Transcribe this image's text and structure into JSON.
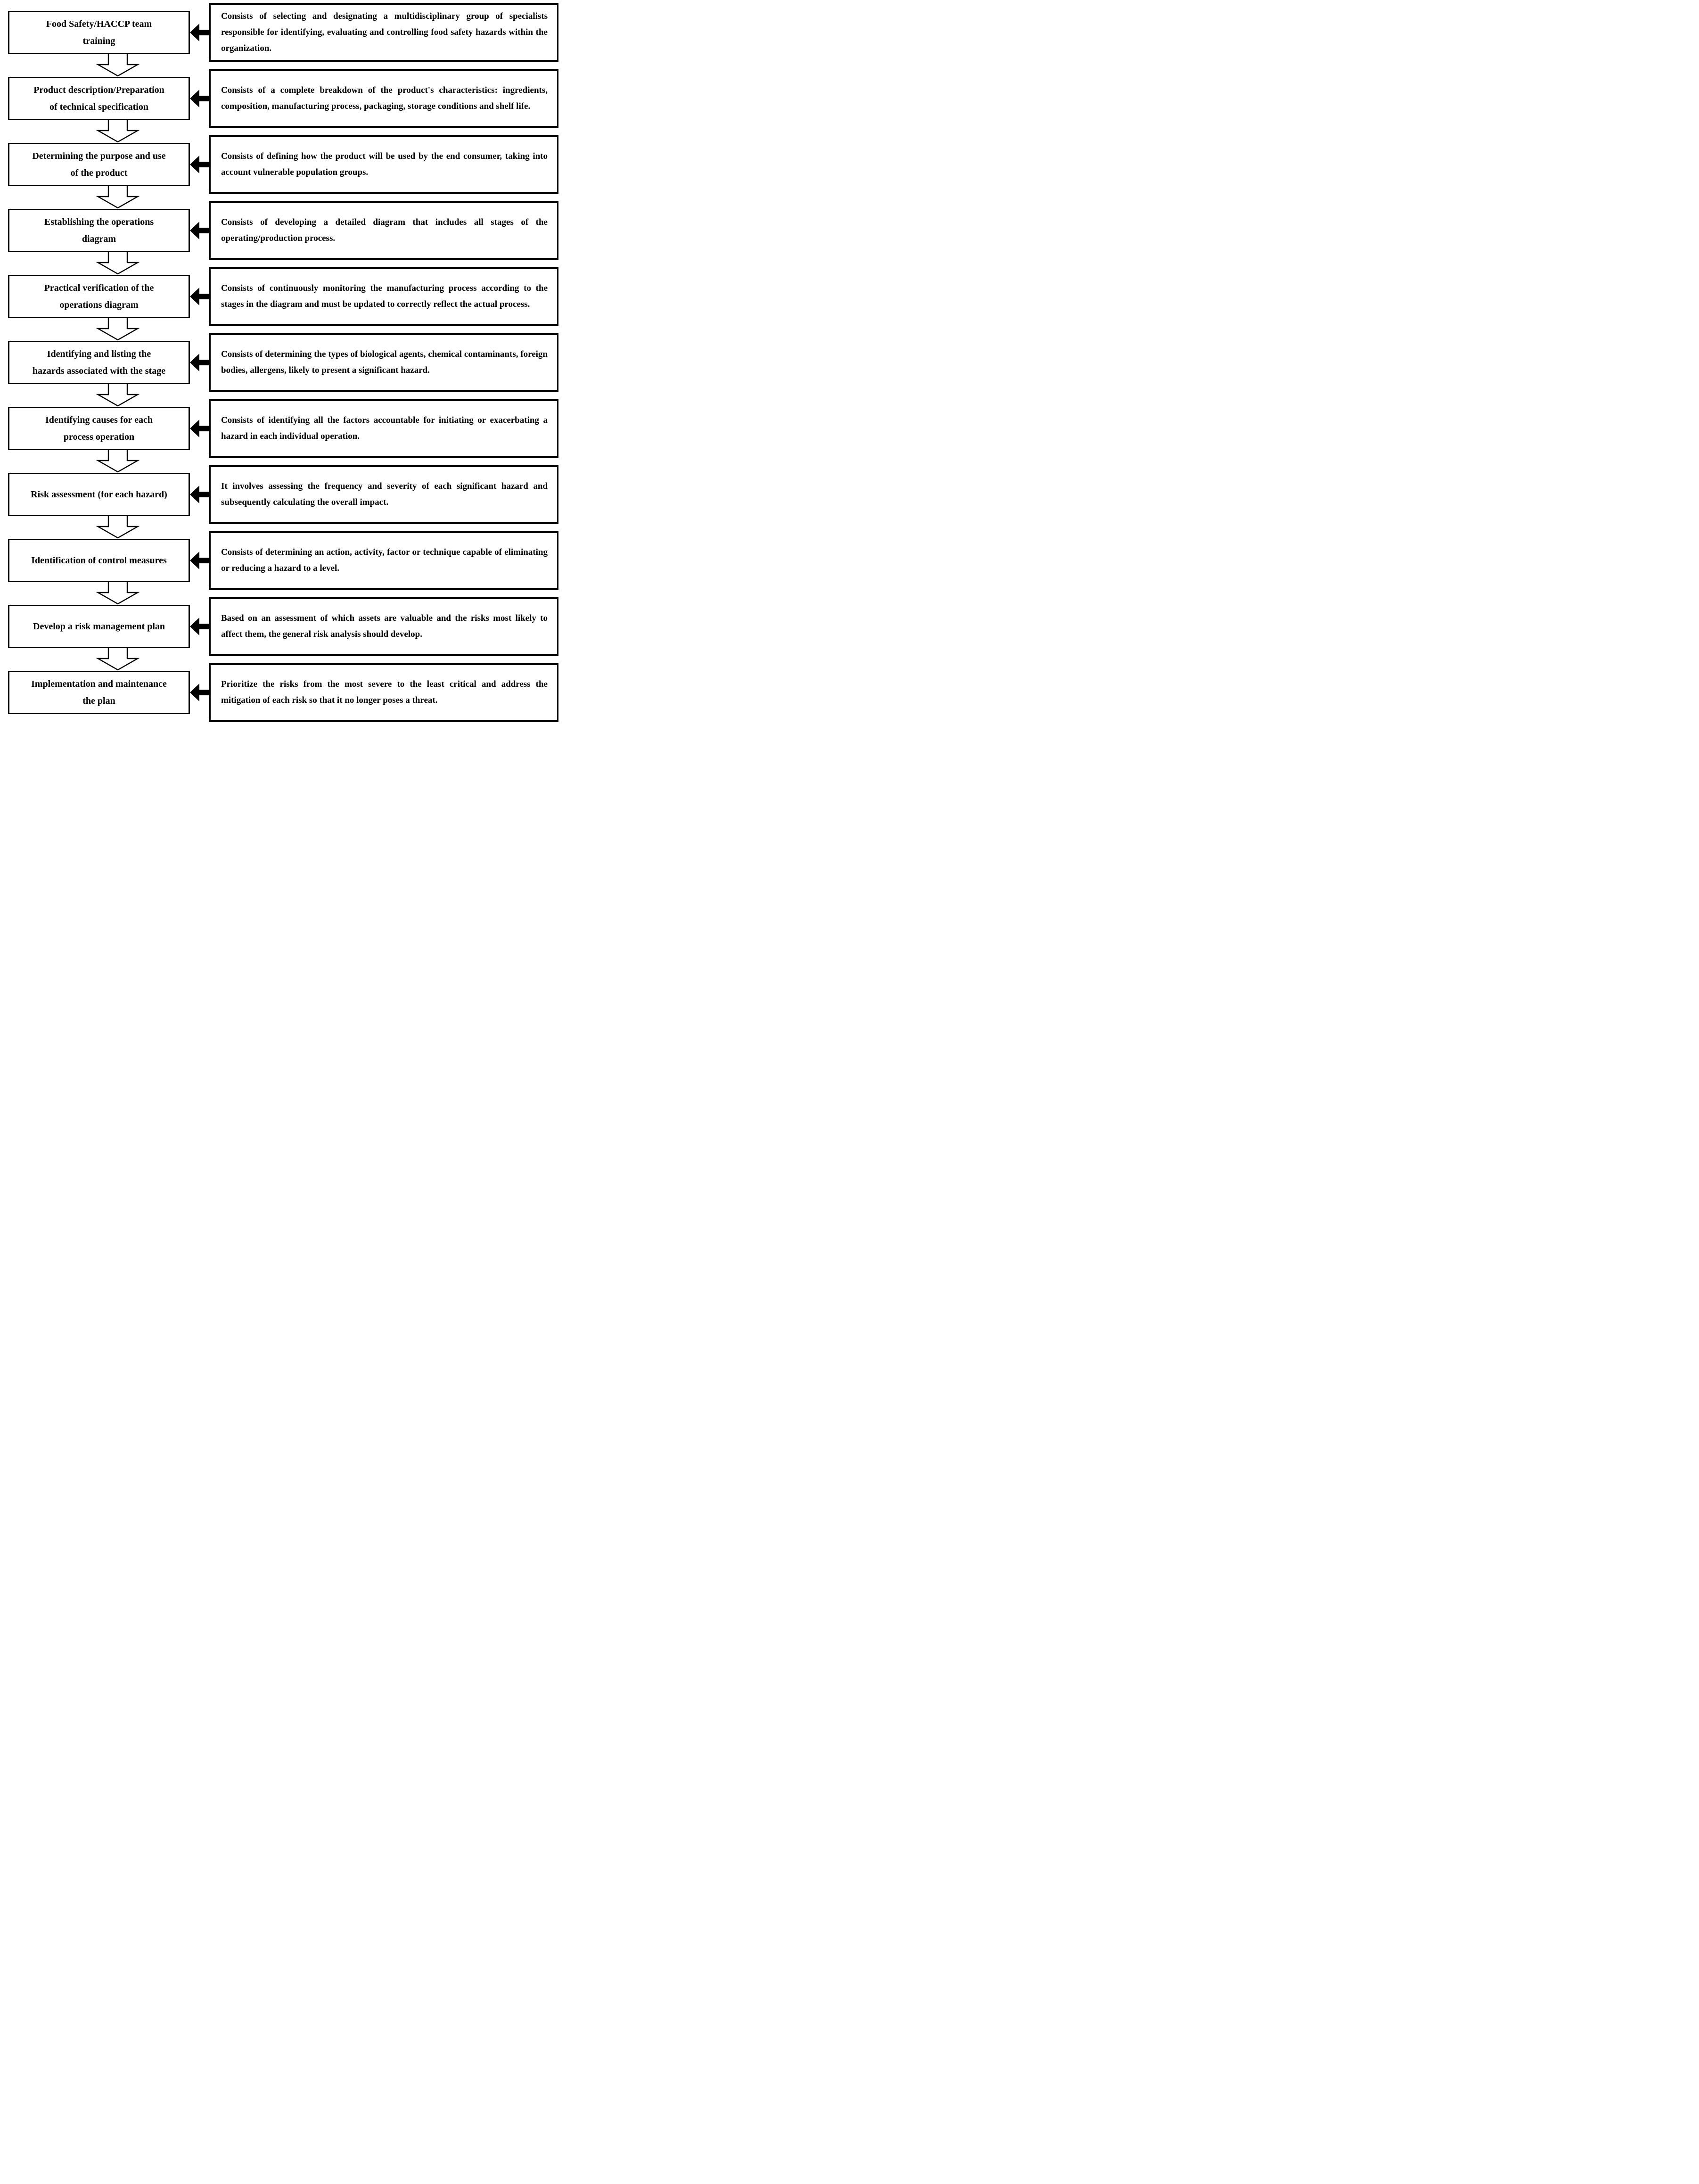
{
  "diagram": {
    "steps": [
      {
        "label": "Food Safety/HACCP team\ntraining",
        "description": "Consists of selecting and designating a multidisciplinary group of specialists responsible for identifying, evaluating and controlling food safety hazards within the organization."
      },
      {
        "label": "Product description/Preparation\nof technical specification",
        "description": "Consists of a complete breakdown of the product's characteristics: ingredients, composition, manufacturing process, packaging, storage conditions and shelf life."
      },
      {
        "label": "Determining the purpose and use\nof the product",
        "description": "Consists of defining how the product will be used by the end consumer, taking into account vulnerable population groups."
      },
      {
        "label": "Establishing the operations\ndiagram",
        "description": "Consists of developing a detailed diagram that includes all stages of the operating/production process."
      },
      {
        "label": "Practical verification of the\noperations diagram",
        "description": "Consists of continuously monitoring the manufacturing process according to the stages in the diagram and must be updated to correctly reflect the actual process."
      },
      {
        "label": "Identifying and listing the\nhazards associated with the stage",
        "description": "Consists of determining the types of biological agents, chemical contaminants, foreign bodies, allergens, likely to present a significant hazard."
      },
      {
        "label": "Identifying causes for each\nprocess operation",
        "description": "Consists of identifying all the factors accountable for initiating or exacerbating a hazard in each individual operation."
      },
      {
        "label": "Risk assessment (for each hazard)",
        "description": "It involves assessing the frequency and severity of each significant hazard and subsequently calculating the overall impact."
      },
      {
        "label": "Identification of control measures",
        "description": "Consists of determining an action, activity, factor or technique capable of eliminating or reducing a hazard to a level."
      },
      {
        "label": "Develop a risk management plan",
        "description": "Based on an assessment of which assets are valuable and the risks most likely to affect them, the general risk analysis should develop."
      },
      {
        "label": "Implementation and maintenance\nthe plan",
        "description": "Prioritize the risks from the most severe to the least critical and address the mitigation of each risk so that it no longer poses a threat."
      }
    ]
  },
  "icons": {
    "down_arrow": "hollow-down-block-arrow",
    "left_arrow": "solid-left-block-arrow"
  },
  "colors": {
    "border": "#000000",
    "arrow": "#000000",
    "background": "#ffffff"
  }
}
